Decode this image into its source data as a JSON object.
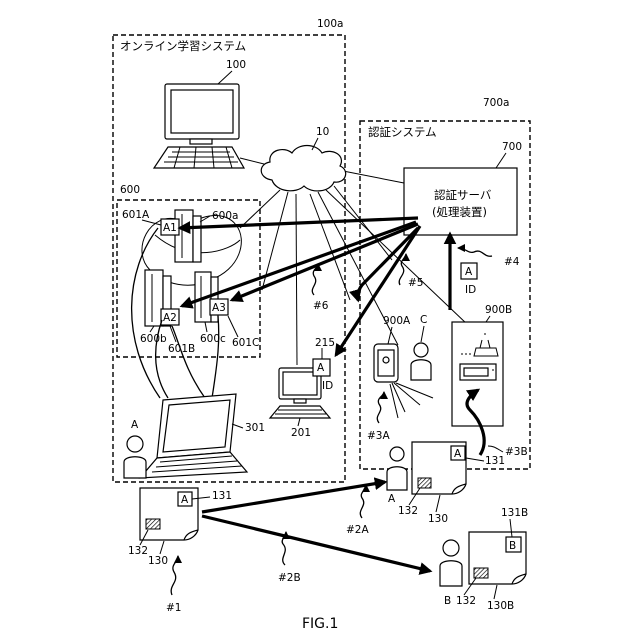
{
  "labels": {
    "system_100a": "100a",
    "online_learning_system": "オンライン学習システム",
    "computer_100": "100",
    "network_10": "10",
    "group_600": "600",
    "device_601A": "601A",
    "device_600a": "600a",
    "device_600b": "600b",
    "device_601B": "601B",
    "device_600c": "600c",
    "device_601C": "601C",
    "card_A1": "A1",
    "card_A2": "A2",
    "card_A3": "A3",
    "ref_6": "#6",
    "terminal_215": "215",
    "card_215_letter": "A",
    "card_215_id": "ID",
    "terminal_201": "201",
    "laptop_301": "301",
    "person_A_top": "A",
    "card_131_letter": "A",
    "card_131": "131",
    "mark_132": "132",
    "card_130": "130",
    "ref_1": "#1",
    "system_700a": "700a",
    "auth_system": "認証システム",
    "server_700": "700",
    "auth_server_line1": "認証サーバ",
    "auth_server_line2": "(処理装置)",
    "ref_4": "#4",
    "ref_5": "#5",
    "card_A_id_letter": "A",
    "card_A_id": "ID",
    "device_900A": "900A",
    "person_C": "C",
    "device_900B": "900B",
    "ref_3A": "#3A",
    "ref_3B": "#3B",
    "card_right_letter": "A",
    "card_right_131": "131",
    "person_A_right": "A",
    "mark_right_132": "132",
    "card_right_130": "130",
    "ref_2A": "#2A",
    "ref_2B": "#2B",
    "card_131B": "131B",
    "card_B_letter": "B",
    "person_B": "B",
    "mark_B_132": "132",
    "card_130B": "130B",
    "figure_caption": "FIG.1"
  }
}
